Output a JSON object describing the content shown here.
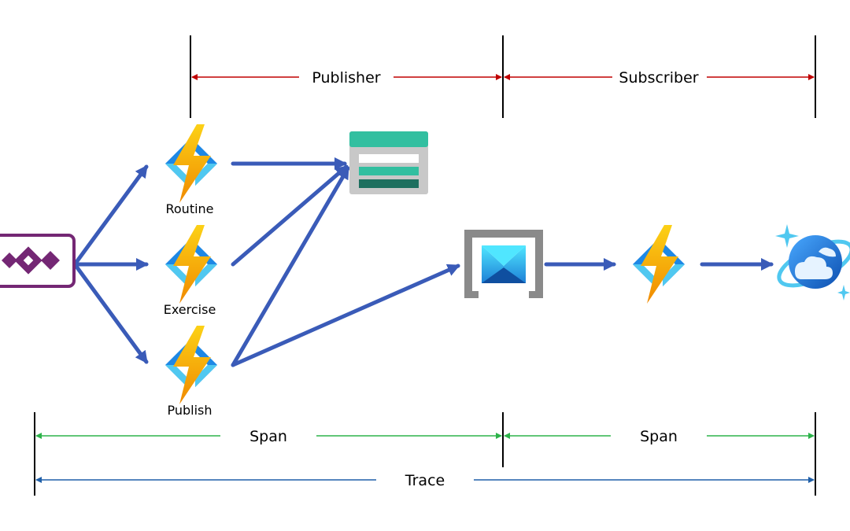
{
  "labels": {
    "publisher": "Publisher",
    "subscriber": "Subscriber",
    "span_left": "Span",
    "span_right": "Span",
    "trace": "Trace"
  },
  "nodes": {
    "function_routine": "Routine",
    "function_exercise": "Exercise",
    "function_publish": "Publish"
  },
  "icons": {
    "source": "power-apps-icon",
    "functions": "azure-function-icon",
    "storage": "storage-table-icon",
    "bus": "event-grid-icon",
    "database": "cosmos-db-icon"
  },
  "colors": {
    "publisher_subscriber_arrows": "#c00000",
    "span_arrows": "#2db34a",
    "trace_arrow": "#1f5fa8",
    "flow_arrows": "#3a5bb8",
    "function_bolt": "#f5a623",
    "function_brackets": "#1e88e5",
    "power_apps": "#742774",
    "cosmos_db": "#1e6fd9"
  }
}
